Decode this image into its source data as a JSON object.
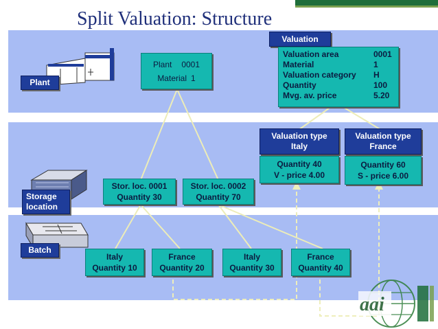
{
  "title": "Split Valuation: Structure",
  "levels": {
    "plant": "Plant",
    "storage_location": [
      "Storage",
      "location"
    ],
    "batch": "Batch"
  },
  "plant_box": {
    "line1_label": "Plant",
    "line1_value": "0001",
    "line2_label": "Material",
    "line2_value": "1"
  },
  "valuation": {
    "header": "Valuation",
    "rows": [
      {
        "label": "Valuation area",
        "value": "0001"
      },
      {
        "label": "Material",
        "value": "1"
      },
      {
        "label": "Valuation category",
        "value": "H"
      },
      {
        "label": "Quantity",
        "value": "100"
      },
      {
        "label": "Mvg. av. price",
        "value": "5.20"
      }
    ]
  },
  "valuation_types": [
    {
      "header_line1": "Valuation type",
      "header_line2": "Italy",
      "line1": "Quantity  40",
      "line2": "V - price  4.00"
    },
    {
      "header_line1": "Valuation type",
      "header_line2": "France",
      "line1": "Quantity  60",
      "line2": "S - price  6.00"
    }
  ],
  "storage_locations": [
    {
      "line1": "Stor. loc. 0001",
      "line2": "Quantity  30"
    },
    {
      "line1": "Stor. loc. 0002",
      "line2": "Quantity  70"
    }
  ],
  "batches": [
    {
      "line1": "Italy",
      "line2": "Quantity 10"
    },
    {
      "line1": "France",
      "line2": "Quantity 20"
    },
    {
      "line1": "Italy",
      "line2": "Quantity 30"
    },
    {
      "line1": "France",
      "line2": "Quantity 40"
    }
  ],
  "logo_text": "aai",
  "colors": {
    "band": "#a8bcf4",
    "box": "#15b8b0",
    "label": "#1f3d9a",
    "title": "#1f2f7a",
    "dashed": "#f2f2b8"
  }
}
